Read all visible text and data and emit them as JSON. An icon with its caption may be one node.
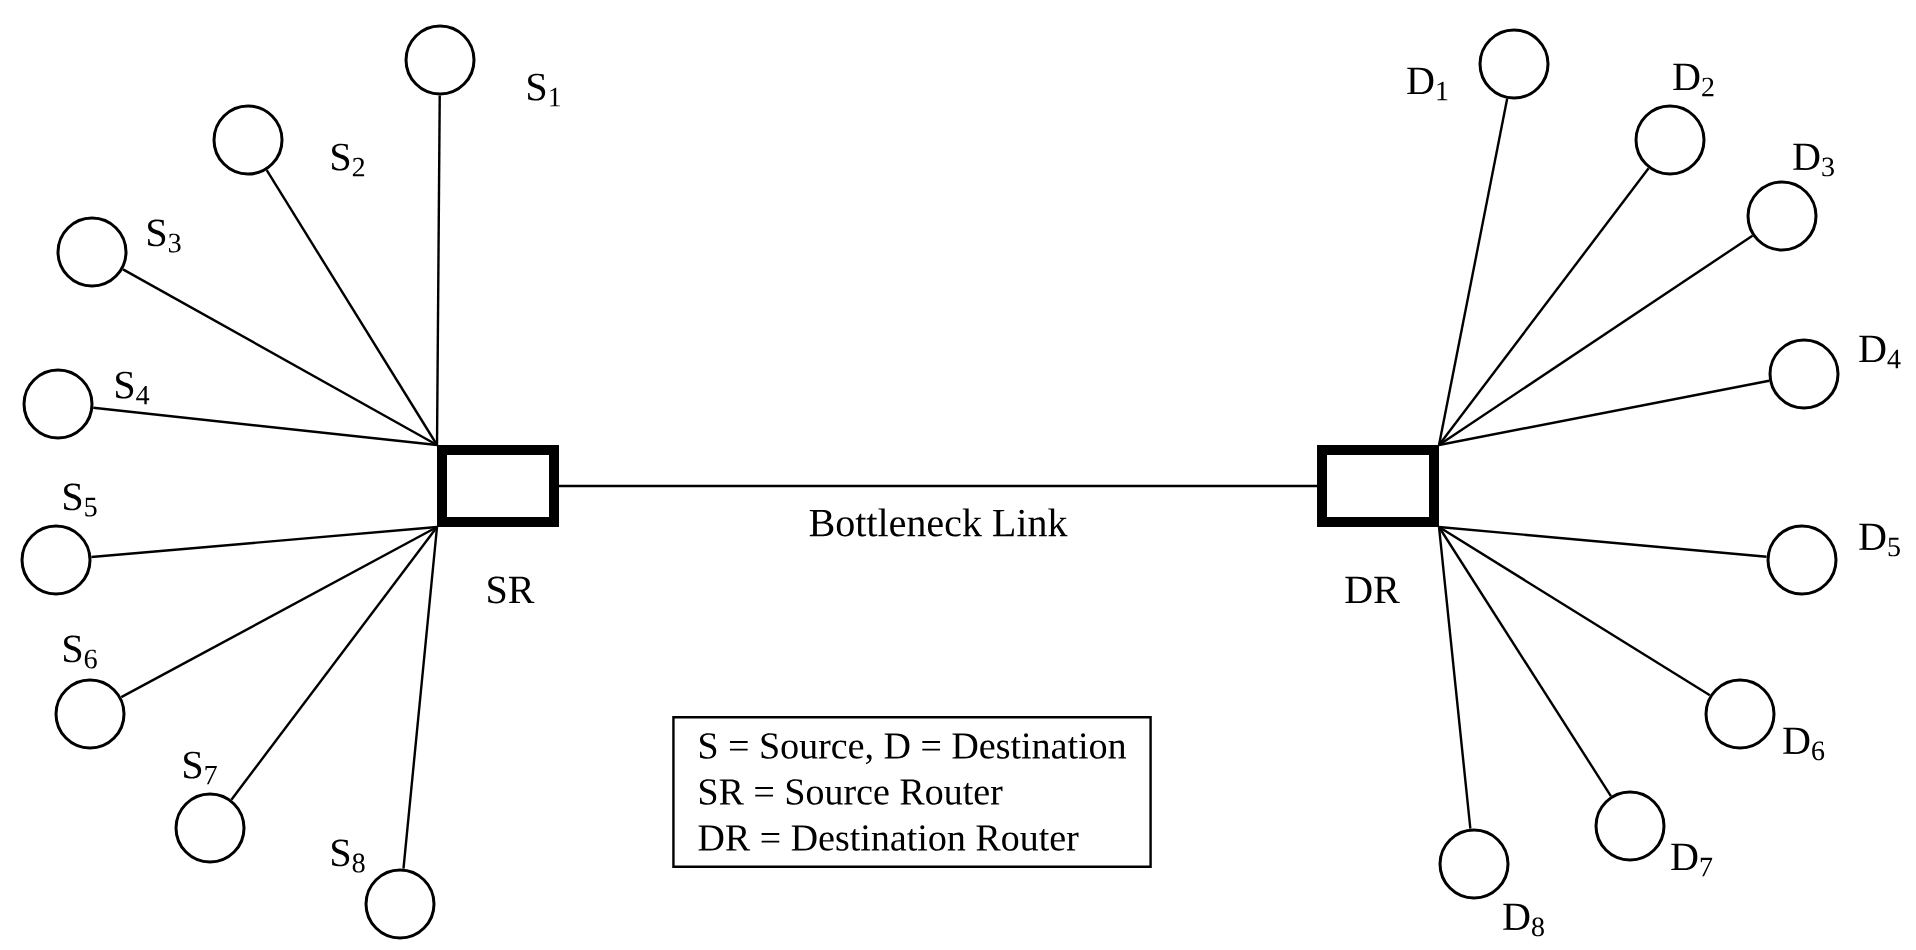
{
  "diagram": {
    "nodes": [
      {
        "text": [],
        "shape": "box",
        "beside": [
          "SR"
        ]
      },
      {
        "text": [],
        "shape": "box",
        "beside": [
          "DR"
        ]
      },
      {
        "text": [],
        "shape": "circle",
        "beside": [
          "S$_{1}$"
        ]
      },
      {
        "text": [],
        "shape": "circle",
        "beside": [
          "S$_{2}$"
        ]
      },
      {
        "text": [],
        "shape": "circle",
        "beside": [
          "S$_{3}$"
        ]
      },
      {
        "text": [],
        "shape": "circle",
        "beside": [
          "S$_{4}$"
        ]
      },
      {
        "text": [],
        "shape": "circle",
        "beside": [
          "S$_{5}$"
        ]
      },
      {
        "text": [],
        "shape": "circle",
        "beside": [
          "S$_{6}$"
        ]
      },
      {
        "text": [],
        "shape": "circle",
        "beside": [
          "S$_{7}$"
        ]
      },
      {
        "text": [],
        "shape": "circle",
        "beside": [
          "S$_{8}$"
        ]
      },
      {
        "text": [],
        "shape": "circle",
        "beside": [
          "D$_{1}$"
        ]
      },
      {
        "text": [],
        "shape": "circle",
        "beside": [
          "D$_{2}$"
        ]
      },
      {
        "text": [],
        "shape": "circle",
        "beside": [
          "D$_{3}$"
        ]
      },
      {
        "text": [],
        "shape": "circle",
        "beside": [
          "D$_{4}$"
        ]
      },
      {
        "text": [],
        "shape": "circle",
        "beside": [
          "D$_{5}$"
        ]
      },
      {
        "text": [],
        "shape": "circle",
        "beside": [
          "D$_{6}$"
        ]
      },
      {
        "text": [],
        "shape": "circle",
        "beside": [
          "D$_{7}$"
        ]
      },
      {
        "text": [],
        "shape": "circle",
        "beside": [
          "D$_{8}$"
        ]
      },
      {
        "text": [
          "S = Source, D = Destination",
          "SR = Source Router",
          "DR = Destination Router"
        ]
      }
    ],
    "edges": [
      {
        "from": 2,
        "to": 0,
        "arrow": "none"
      },
      {
        "from": 3,
        "to": 0,
        "arrow": "none"
      },
      {
        "from": 4,
        "to": 0,
        "arrow": "none"
      },
      {
        "from": 5,
        "to": 0,
        "arrow": "none"
      },
      {
        "from": 6,
        "to": 0,
        "arrow": "none"
      },
      {
        "from": 7,
        "to": 0,
        "arrow": "none"
      },
      {
        "from": 8,
        "to": 0,
        "arrow": "none"
      },
      {
        "from": 9,
        "to": 0,
        "arrow": "none"
      },
      {
        "from": 0,
        "to": 1,
        "arrow": "none",
        "label": "Bottleneck Link"
      },
      {
        "from": 1,
        "to": 10,
        "arrow": "none"
      },
      {
        "from": 1,
        "to": 11,
        "arrow": "none"
      },
      {
        "from": 1,
        "to": 12,
        "arrow": "none"
      },
      {
        "from": 1,
        "to": 13,
        "arrow": "none"
      },
      {
        "from": 1,
        "to": 14,
        "arrow": "none"
      },
      {
        "from": 1,
        "to": 15,
        "arrow": "none"
      },
      {
        "from": 1,
        "to": 16,
        "arrow": "none"
      },
      {
        "from": 1,
        "to": 17,
        "arrow": "none"
      }
    ]
  }
}
